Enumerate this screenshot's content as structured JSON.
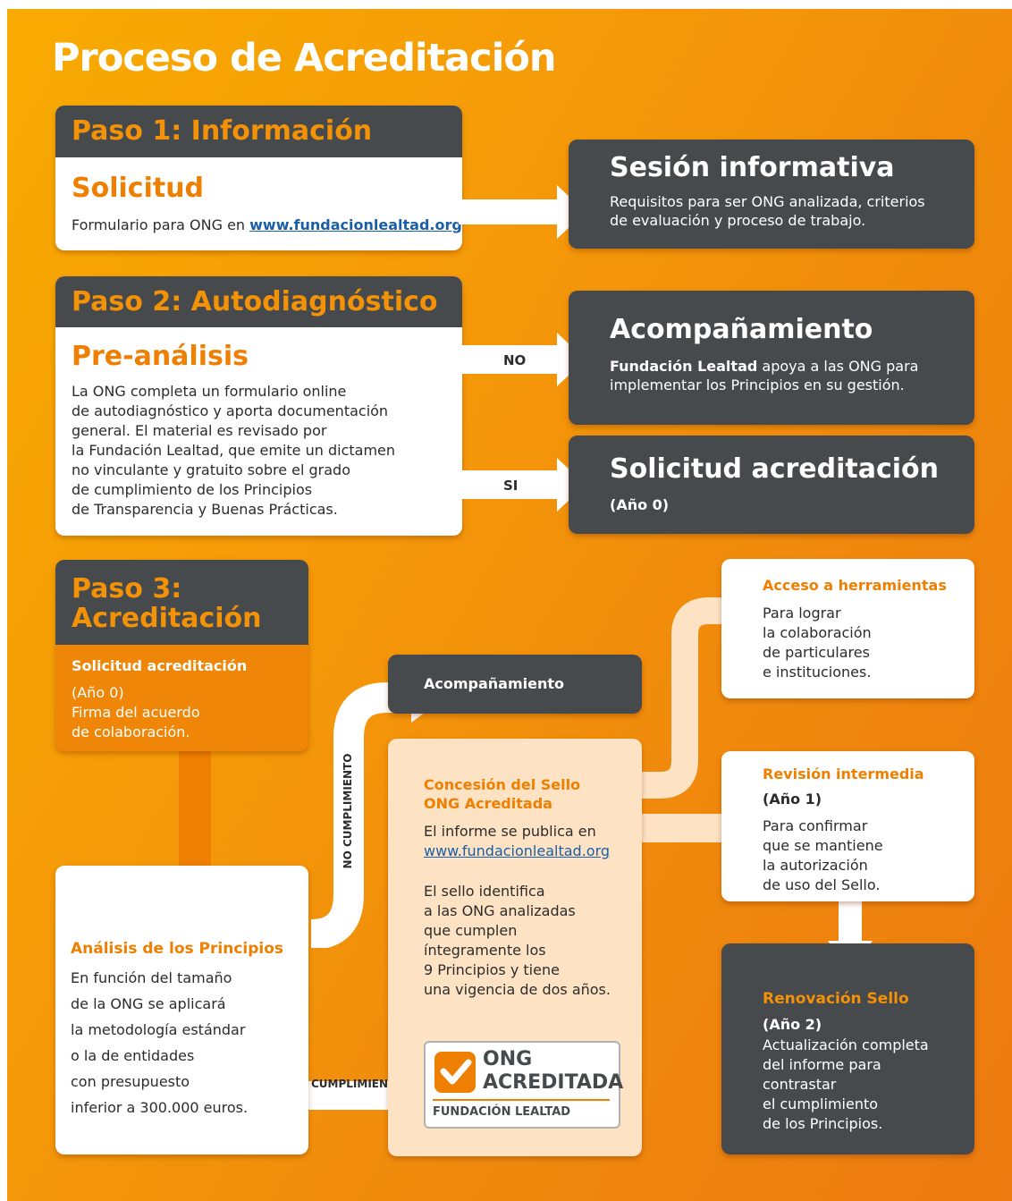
{
  "title": "Proceso de Acreditación",
  "paso1": {
    "header": "Paso 1: Información",
    "subtitle": "Solicitud",
    "text": "Formulario para ONG en ",
    "link": "www.fundacionlealtad.org"
  },
  "sesion": {
    "title": "Sesión informativa",
    "line1": "Requisitos para ser ONG analizada, criterios",
    "line2": "de evaluación y proceso de trabajo."
  },
  "paso2": {
    "header": "Paso 2: Autodiagnóstico",
    "subtitle": "Pre-análisis",
    "lines": [
      "La ONG completa un formulario online",
      "de autodiagnóstico y aporta documentación",
      "general. El material es revisado por",
      "la Fundación Lealtad, que emite un dictamen",
      "no vinculante y gratuito sobre el grado",
      "de cumplimiento de los Principios",
      "de Transparencia y Buenas Prácticas."
    ],
    "no_label": "NO",
    "si_label": "SI"
  },
  "acompanamiento": {
    "title": "Acompañamiento",
    "bold": "Fundación Lealtad",
    "line1": " apoya a las ONG para",
    "line2": "implementar los Principios en su gestión."
  },
  "solicitud_acreditacion": {
    "title": "Solicitud acreditación",
    "sub": "(Año 0)"
  },
  "paso3": {
    "header_line1": "Paso 3:",
    "header_line2": "Acreditación",
    "subtitle": "Solicitud acreditación",
    "lines": [
      "(Año 0)",
      "Firma del acuerdo",
      "de colaboración."
    ]
  },
  "analisis": {
    "title": "Análisis de los Principios",
    "lines": [
      "En función del tamaño",
      "de la ONG se aplicará",
      "la metodología estándar",
      "o la de entidades",
      "con presupuesto",
      "inferior a 300.000 euros."
    ]
  },
  "no_cumplimiento": "NO CUMPLIMIENTO",
  "cumplimiento": "CUMPLIMIENTO",
  "acompanamiento_small": "Acompañamiento",
  "concesion": {
    "title_line1": "Concesión del Sello",
    "title_line2": "ONG Acreditada",
    "text1": "El informe se publica en",
    "link": "www.fundacionlealtad.org",
    "lines": [
      "El sello identifica",
      "a las ONG analizadas",
      "que cumplen",
      "íntegramente los",
      "9 Principios y tiene",
      "una vigencia de dos años."
    ]
  },
  "logo": {
    "line1": "ONG",
    "line2": "ACREDITADA",
    "line3": "FUNDACIÓN LEALTAD"
  },
  "acceso": {
    "title": "Acceso a herramientas",
    "lines": [
      "Para lograr",
      "la colaboración",
      "de particulares",
      "e instituciones."
    ]
  },
  "revision": {
    "title": "Revisión intermedia",
    "sub": "(Año 1)",
    "lines": [
      "Para confirmar",
      "que se mantiene",
      "la autorización",
      "de uso del Sello."
    ]
  },
  "renovacion": {
    "title": "Renovación Sello",
    "sub": "(Año 2)",
    "lines": [
      "Actualización completa",
      "del informe para",
      "contrastar",
      "el cumplimiento",
      "de los Principios."
    ]
  },
  "colors": {
    "orange": "#ee7f00",
    "dark": "#474a4d",
    "cream": "#fde3c3",
    "link": "#1a5fa8"
  }
}
